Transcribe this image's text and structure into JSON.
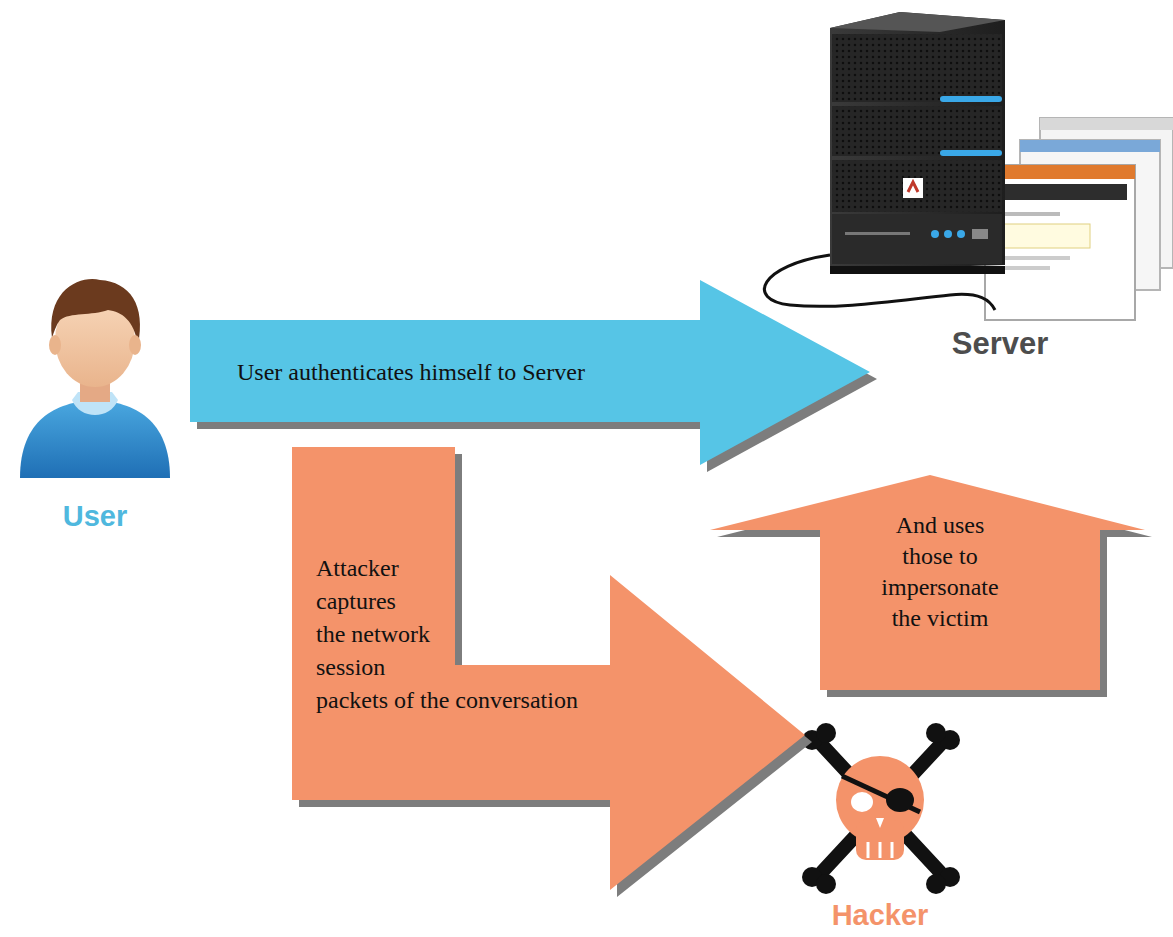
{
  "diagram": {
    "nodes": [
      {
        "text": [
          "User authenticates himself to Server"
        ]
      },
      {
        "text": [
          "Attacker captures the network session packets of the conversation"
        ]
      },
      {
        "text": [
          "And uses those to impersonate the victim"
        ]
      }
    ],
    "labels": [
      "Server",
      "User",
      "Hacker"
    ]
  }
}
